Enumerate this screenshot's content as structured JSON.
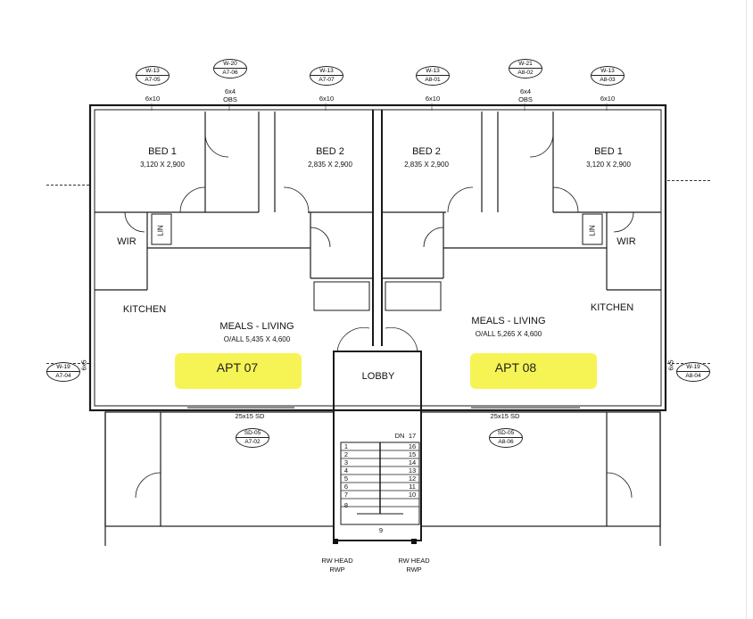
{
  "window_tags": [
    {
      "code": "W-13",
      "ref": "A7-05",
      "size": "6x10",
      "label": ""
    },
    {
      "code": "W-20",
      "ref": "A7-06",
      "size": "6x4",
      "label": "OBS"
    },
    {
      "code": "W-13",
      "ref": "A7-07",
      "size": "6x10",
      "label": ""
    },
    {
      "code": "W-13",
      "ref": "A8-01",
      "size": "6x10",
      "label": ""
    },
    {
      "code": "W-21",
      "ref": "A8-02",
      "size": "6x4",
      "label": "OBS"
    },
    {
      "code": "W-13",
      "ref": "A8-03",
      "size": "6x10",
      "label": ""
    }
  ],
  "side_tags": [
    {
      "code": "W-19",
      "ref": "A7-04",
      "size": "6x5"
    },
    {
      "code": "W-19",
      "ref": "A8-04",
      "size": "6x5"
    }
  ],
  "door_tags": [
    {
      "code": "SD-05",
      "ref": "A7-02",
      "size": "25x15 SD"
    },
    {
      "code": "SD-05",
      "ref": "A8-06",
      "size": "25x15 SD"
    }
  ],
  "rooms": {
    "bed1_left": {
      "name": "BED 1",
      "dims": "3,120 X 2,900"
    },
    "bed2_left": {
      "name": "BED 2",
      "dims": "2,835 X 2,900"
    },
    "bed2_right": {
      "name": "BED 2",
      "dims": "2,835 X 2,900"
    },
    "bed1_right": {
      "name": "BED 1",
      "dims": "3,120 X 2,900"
    },
    "wir_left": "WIR",
    "wir_right": "WIR",
    "lin_left": "LIN",
    "lin_right": "LIN",
    "kitchen_left": "KITCHEN",
    "kitchen_right": "KITCHEN",
    "living_left": {
      "name": "MEALS - LIVING",
      "dims": "O/ALL  5,435 X 4,600"
    },
    "living_right": {
      "name": "MEALS - LIVING",
      "dims": "O/ALL  5,265 X 4,600"
    },
    "lobby": "LOBBY"
  },
  "apartments": {
    "left": "APT 07",
    "right": "APT 08"
  },
  "highlight_color": "#f5f236",
  "stair": {
    "dn_label": "DN",
    "left_steps": [
      "1",
      "2",
      "3",
      "4",
      "5",
      "6",
      "7",
      "8"
    ],
    "right_steps": [
      "17",
      "16",
      "15",
      "14",
      "13",
      "12",
      "11",
      "10"
    ],
    "landing": "9"
  },
  "downpipes": [
    {
      "line1": "RW HEAD",
      "line2": "RWP"
    },
    {
      "line1": "RW HEAD",
      "line2": "RWP"
    }
  ]
}
